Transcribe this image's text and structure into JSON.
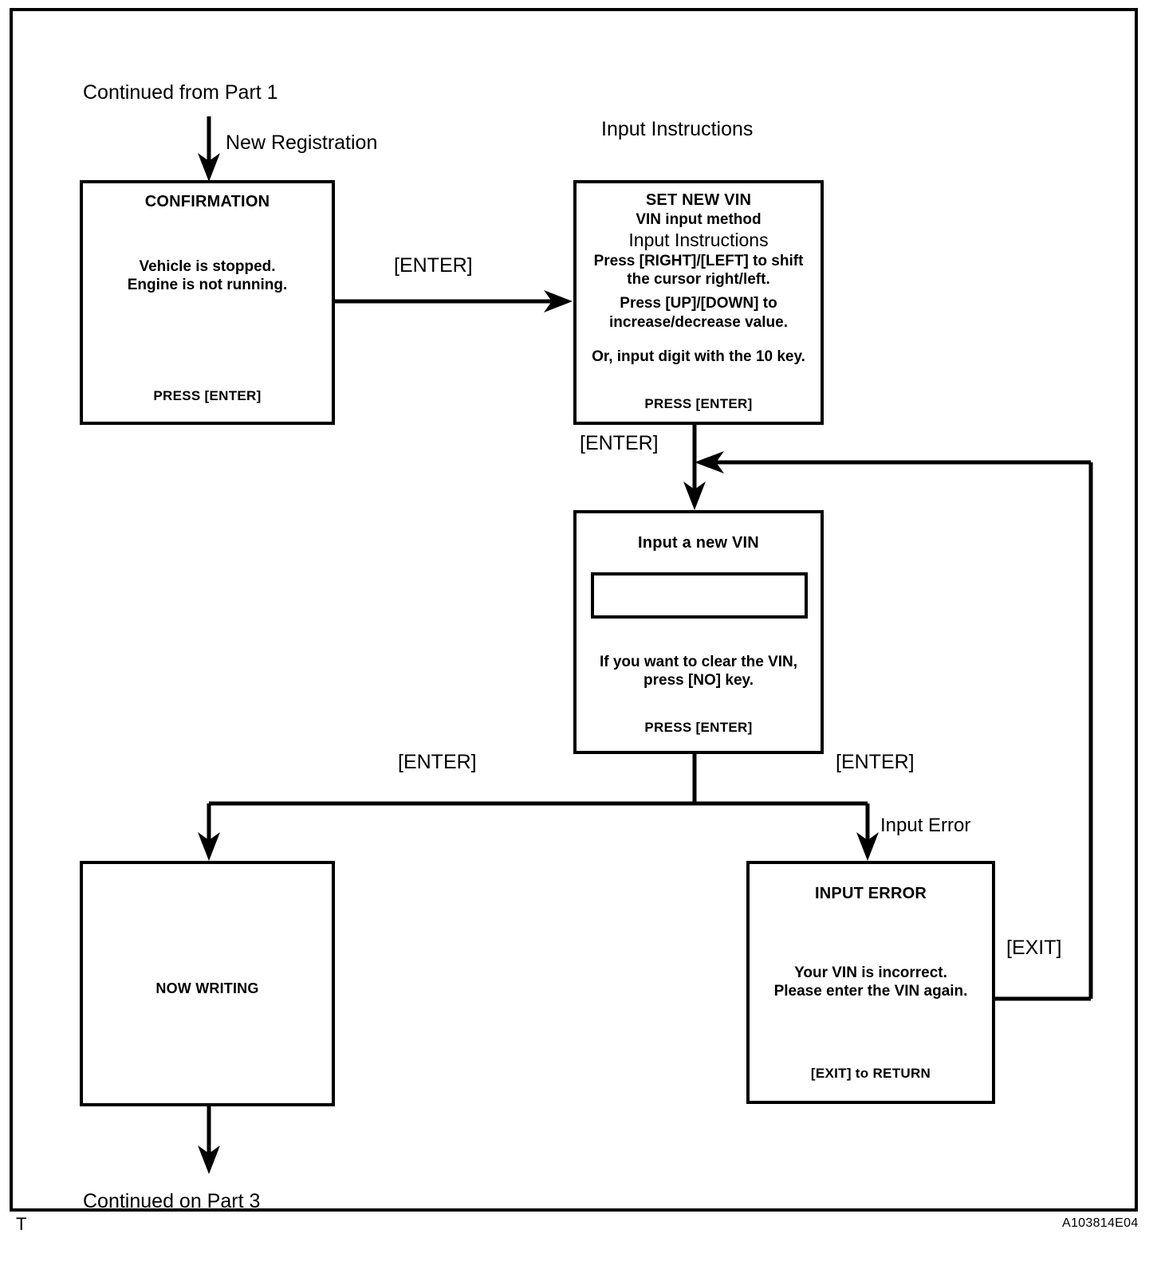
{
  "figure": {
    "code": "A103814E04",
    "corner_mark": "T",
    "type": "flowchart"
  },
  "labels": {
    "continued_from": "Continued from Part 1",
    "new_registration": "New Registration",
    "input_instructions_heading": "Input Instructions",
    "enter_1": "[ENTER]",
    "enter_2": "[ENTER]",
    "enter_left": "[ENTER]",
    "enter_right": "[ENTER]",
    "input_error": "Input Error",
    "exit": "[EXIT]",
    "continued_on": "Continued on Part 3"
  },
  "screens": {
    "confirmation": {
      "title": "CONFIRMATION",
      "line1": "Vehicle is stopped.",
      "line2": "Engine is not running.",
      "footer": "PRESS [ENTER]"
    },
    "set_new_vin": {
      "title": "SET NEW VIN",
      "subtitle": "VIN input method",
      "heading": "Input Instructions",
      "line1": "Press [RIGHT]/[LEFT] to shift",
      "line2": "the cursor right/left.",
      "line3": "Press [UP]/[DOWN]  to",
      "line4": "increase/decrease value.",
      "line5": "Or, input digit with the 10 key.",
      "footer": "PRESS [ENTER]"
    },
    "input_new_vin": {
      "title": "Input a new VIN",
      "field_value": "",
      "line1": "If you want to clear the VIN,",
      "line2": "press [NO] key.",
      "footer": "PRESS [ENTER]"
    },
    "now_writing": {
      "title": "NOW WRITING"
    },
    "input_error": {
      "title": "INPUT  ERROR",
      "line1": "Your VIN is incorrect.",
      "line2": "Please enter the VIN again.",
      "footer": "[EXIT] to RETURN"
    }
  }
}
